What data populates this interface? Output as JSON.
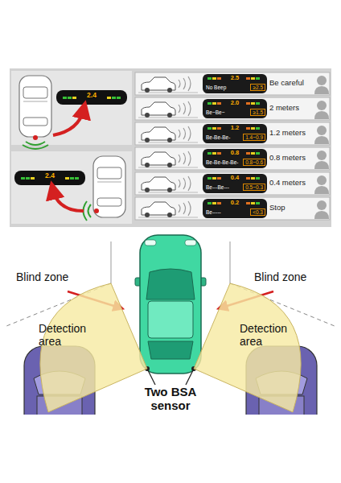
{
  "diagram": {
    "nodes": [
      {
        "text": [
          "No Beep",
          "≥2.5",
          "Be careful"
        ]
      },
      {
        "text": [
          "Be~Be~",
          "≥1.5",
          "2 meters"
        ]
      },
      {
        "text": [
          "Be-Be-Be-",
          "1.4~0.9",
          "1.2 meters"
        ]
      },
      {
        "text": [
          "Be-Be-Be-Be-",
          "0.8~0.6",
          "0.8 meters"
        ]
      },
      {
        "text": [
          "Be---Be---",
          "0.5~0.3",
          "0.4 meters"
        ]
      },
      {
        "text": [
          "Be-----",
          "<0.3",
          "Stop"
        ]
      },
      {
        "text": [
          "Detection area"
        ]
      },
      {
        "text": [
          "Detection area"
        ]
      }
    ],
    "labels": [
      "2.4",
      "2.4",
      "2.5",
      "2.0",
      "1.2",
      "0.8",
      "0.4",
      "0.2",
      "Blind zone",
      "Blind zone",
      "Two BSA sensor"
    ]
  }
}
